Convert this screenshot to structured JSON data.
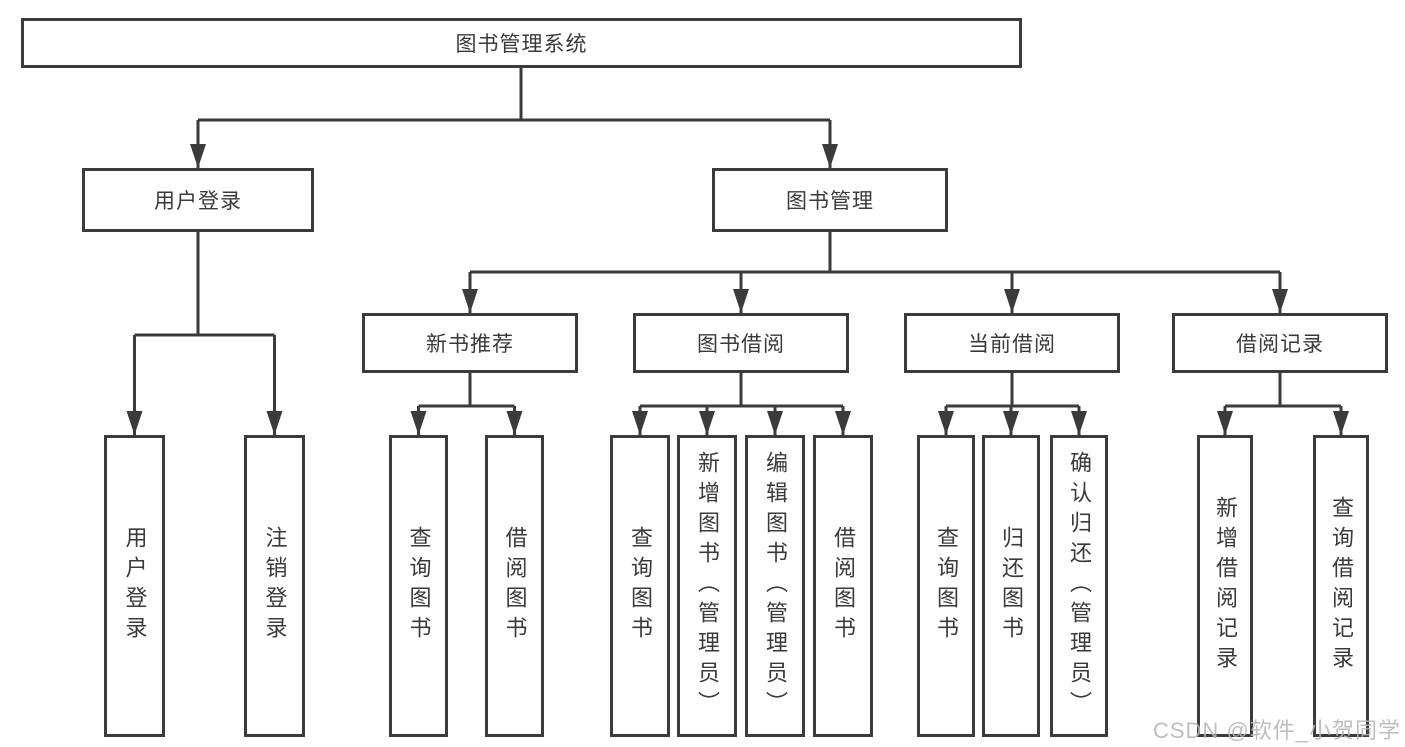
{
  "root": {
    "label": "图书管理系统"
  },
  "branches": [
    {
      "label": "用户登录",
      "children": [
        {
          "label": "用户登录"
        },
        {
          "label": "注销登录"
        }
      ]
    },
    {
      "label": "图书管理",
      "children": [
        {
          "label": "新书推荐",
          "children": [
            {
              "label": "查询图书"
            },
            {
              "label": "借阅图书"
            }
          ]
        },
        {
          "label": "图书借阅",
          "children": [
            {
              "label": "查询图书"
            },
            {
              "label": "新增图书（管理员）"
            },
            {
              "label": "编辑图书（管理员）"
            },
            {
              "label": "借阅图书"
            }
          ]
        },
        {
          "label": "当前借阅",
          "children": [
            {
              "label": "查询图书"
            },
            {
              "label": "归还图书"
            },
            {
              "label": "确认归还（管理员）"
            }
          ]
        },
        {
          "label": "借阅记录",
          "children": [
            {
              "label": "新增借阅记录"
            },
            {
              "label": "查询借阅记录"
            }
          ]
        }
      ]
    }
  ],
  "watermark": "CSDN @软件_小贺同学",
  "colors": {
    "ink": "#3b3b3b",
    "text": "#3a3a3a",
    "wm": "#b5b5b5",
    "bg": "#ffffff"
  }
}
